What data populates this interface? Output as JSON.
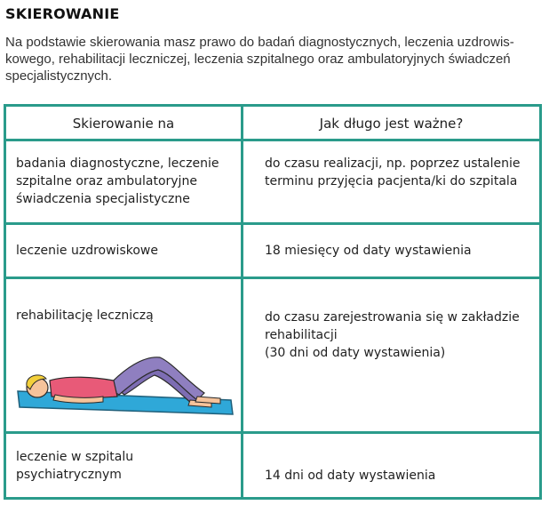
{
  "title": "SKIEROWANIE",
  "intro_lines": [
    "Na podstawie skierowania masz prawo do badań diagnostycznych, leczenia uzdrowis-",
    "kowego, rehabilitacji leczniczej, leczenia szpitalnego oraz ambulatoryjnych świadczeń",
    "specjalistycznych."
  ],
  "table": {
    "headers": [
      "Skierowanie na",
      "Jak długo jest ważne?"
    ],
    "rows": [
      {
        "left": [
          "badania diagnostyczne, leczenie",
          "szpitalne oraz ambulatoryjne",
          "świadczenia specjalistyczne"
        ],
        "right": [
          "do czasu realizacji, np. poprzez ustalenie",
          "terminu przyjęcia pacjenta/ki do szpitala"
        ]
      },
      {
        "left": [
          "leczenie uzdrowiskowe"
        ],
        "right": [
          "18 miesięcy od daty wystawienia"
        ]
      },
      {
        "left": [
          "rehabilitację leczniczą"
        ],
        "right": [
          "do czasu zarejestrowania się w zakładzie",
          "rehabilitacji",
          "(30 dni od daty wystawienia)"
        ]
      },
      {
        "left": [
          "leczenie w szpitalu",
          "psychiatrycznym"
        ],
        "right": [
          "14 dni od daty wystawienia"
        ]
      }
    ]
  },
  "illustration": {
    "icon": "person-lying-on-mat-illustration",
    "colors": {
      "mat": "#2fa8d8",
      "shirt": "#e85a78",
      "pants": "#8f7fc0",
      "skin": "#f6c39a",
      "hair": "#f3cf3a"
    }
  },
  "colors": {
    "table_border": "#2a9b8b",
    "text": "#1f1f1f"
  }
}
